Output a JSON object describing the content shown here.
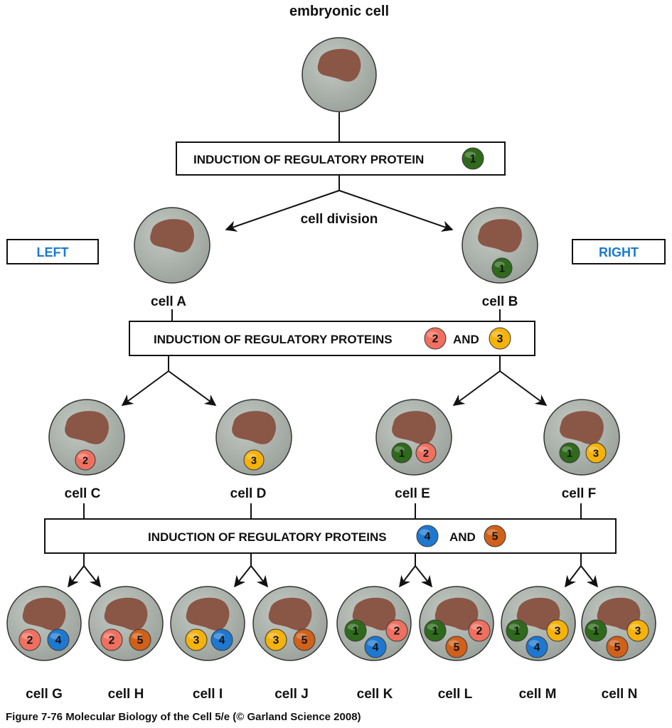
{
  "title": "embryonic cell",
  "step1_label": "INDUCTION OF REGULATORY PROTEIN",
  "division_label": "cell division",
  "left_label": "LEFT",
  "right_label": "RIGHT",
  "step2_label": "INDUCTION OF REGULATORY PROTEINS",
  "step3_label": "INDUCTION OF REGULATORY PROTEINS",
  "and_label": "AND",
  "cells": {
    "A": "cell A",
    "B": "cell B",
    "C": "cell C",
    "D": "cell D",
    "E": "cell E",
    "F": "cell F",
    "G": "cell G",
    "H": "cell H",
    "I": "cell I",
    "J": "cell J",
    "K": "cell K",
    "L": "cell L",
    "M": "cell M",
    "N": "cell N"
  },
  "proteins": {
    "p1": {
      "label": "1",
      "color": "#2f6a1c"
    },
    "p2": {
      "label": "2",
      "color": "#f07060"
    },
    "p3": {
      "label": "3",
      "color": "#f5b20a"
    },
    "p4": {
      "label": "4",
      "color": "#1e78d0"
    },
    "p5": {
      "label": "5",
      "color": "#d0601a"
    }
  },
  "cell_fill": "#a9b0a9",
  "nucleus_fill": "#8a5646",
  "caption": "Figure 7-76  Molecular Biology of the Cell 5/e (© Garland Science 2008)"
}
